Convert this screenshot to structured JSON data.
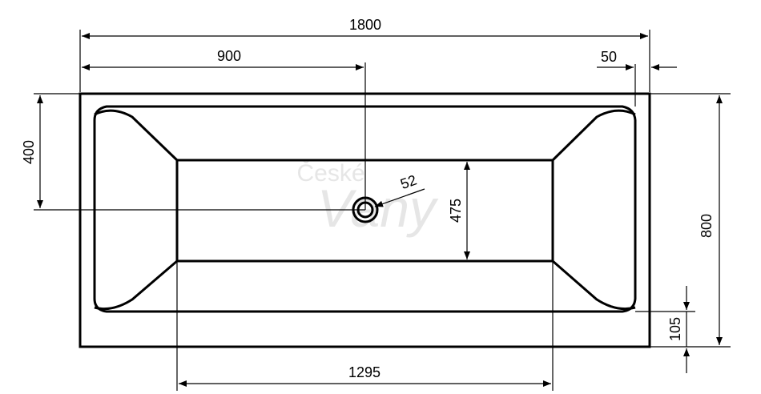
{
  "drawing": {
    "watermark": {
      "line1": "České",
      "line2": "Vany"
    },
    "dimensions": {
      "overall_length": "1800",
      "half_length": "900",
      "rim_width": "50",
      "drain_offset": "400",
      "drain_diameter": "52",
      "floor_width": "475",
      "overall_width": "800",
      "bottom_rim": "105",
      "floor_length": "1295"
    }
  }
}
